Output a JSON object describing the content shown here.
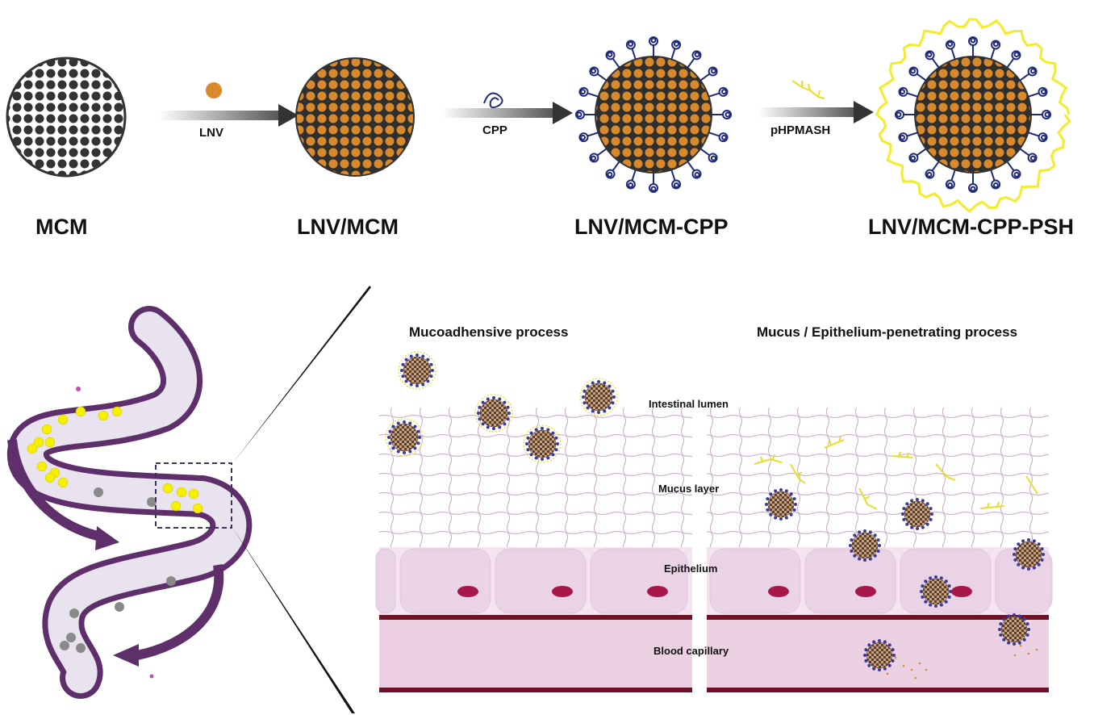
{
  "top": {
    "stages": [
      {
        "id": "mcm",
        "label": "MCM"
      },
      {
        "id": "lnv-mcm",
        "label": "LNV/MCM"
      },
      {
        "id": "lnv-mcm-cpp",
        "label": "LNV/MCM-CPP"
      },
      {
        "id": "lnv-mcm-cpp-psh",
        "label": "LNV/MCM-CPP-PSH"
      }
    ],
    "arrows": [
      {
        "id": "arrow-lnv",
        "label": "LNV"
      },
      {
        "id": "arrow-cpp",
        "label": "CPP"
      },
      {
        "id": "arrow-phpmash",
        "label": "pHPMASH"
      }
    ]
  },
  "bottom": {
    "left_panel_title": "Mucoadhensive process",
    "right_panel_title": "Mucus / Epithelium-penetrating process",
    "layers": {
      "lumen": "Intestinal lumen",
      "mucus": "Mucus layer",
      "epithelium": "Epithelium",
      "capillary": "Blood capillary"
    }
  },
  "colors": {
    "particle_dark": "#3a3a3a",
    "drug_orange": "#d8892b",
    "cpp_blue": "#1f2a7a",
    "polymer_yellow": "#f2ec2a",
    "intestine_purple": "#5e2f6a",
    "tissue_pink": "#eedcea",
    "nucleus": "#a8174a",
    "capillary_red": "#6e1325"
  }
}
